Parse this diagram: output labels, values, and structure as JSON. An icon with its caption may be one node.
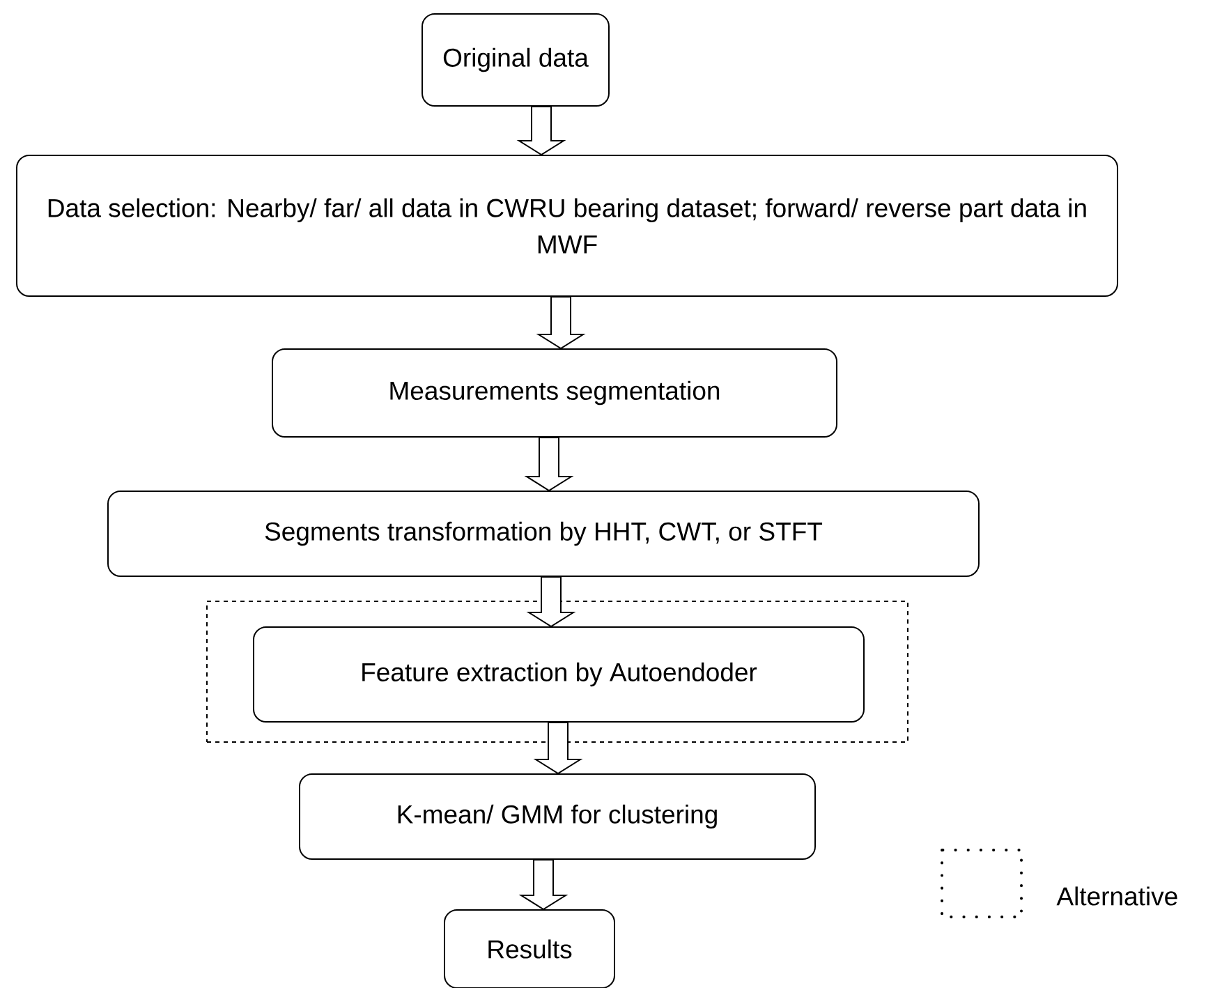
{
  "diagram": {
    "nodes": [
      {
        "text": [
          "Original data"
        ]
      },
      {
        "text": [
          "Data selection: Nearby/ far/ all data in CWRU bearing dataset; forward/ reverse part data in MWF"
        ]
      },
      {
        "text": [
          "Measurements segmentation"
        ]
      },
      {
        "text": [
          "Segments transformation by HHT,  CWT, or STFT"
        ]
      },
      {
        "text": [],
        "shape": "box"
      },
      {
        "text": [
          "Feature extraction by Autoendoder"
        ],
        "in": 4
      },
      {
        "text": [
          "K-mean/ GMM for clustering"
        ]
      },
      {
        "text": [
          "Results"
        ]
      }
    ],
    "edges": [
      {
        "from": 0,
        "to": 1,
        "arrow": "to"
      },
      {
        "from": 1,
        "to": 2,
        "arrow": "to"
      },
      {
        "from": 2,
        "to": 3,
        "arrow": "to"
      },
      {
        "from": 3,
        "to": 5,
        "arrow": "to"
      },
      {
        "from": 5,
        "to": 6,
        "arrow": "to"
      },
      {
        "from": 6,
        "to": 7,
        "arrow": "to"
      }
    ],
    "legend": [
      {
        "text": "Alternative"
      }
    ]
  }
}
